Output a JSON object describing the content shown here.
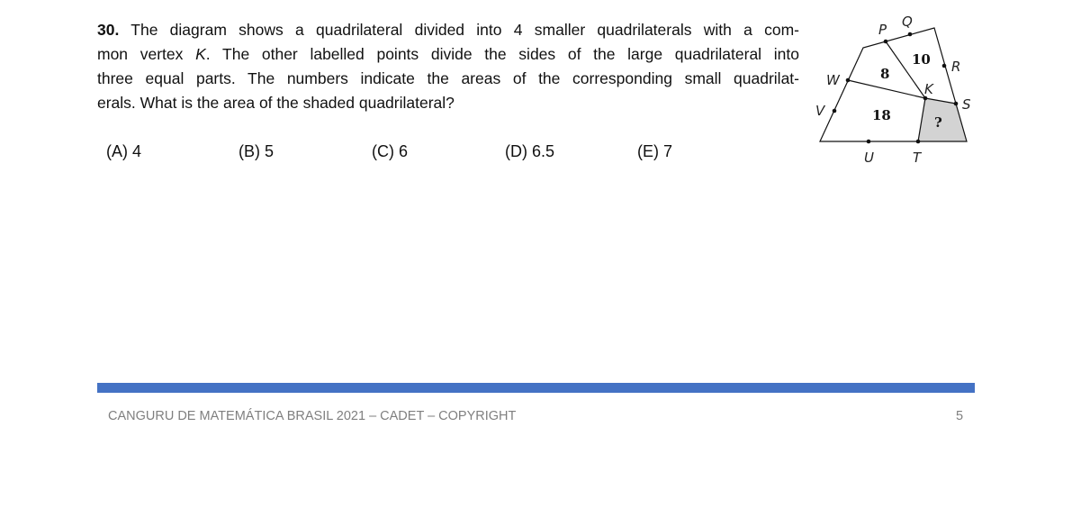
{
  "question": {
    "number": "30.",
    "lines": [
      " The diagram shows a quadrilateral divided into 4 smaller quadrilaterals with a com-",
      "mon vertex ",
      ". The other labelled points divide the sides of the large quadrilateral into",
      "three equal parts. The numbers indicate the areas of the corresponding small quadrilat-",
      "erals. What is the area of the shaded quadrilateral?"
    ],
    "vertex": "K"
  },
  "options": [
    "(A) 4",
    "(B) 5",
    "(C) 6",
    "(D) 6.5",
    "(E) 7"
  ],
  "diagram": {
    "labels": {
      "P": "P",
      "Q": "Q",
      "R": "R",
      "S": "S",
      "K": "K",
      "W": "W",
      "V": "V",
      "U": "U",
      "T": "T"
    },
    "areas": {
      "top_left": "8",
      "top_right": "10",
      "bottom_left": "18",
      "shaded": "?"
    },
    "shade_color": "#d3d3d3"
  },
  "footer": {
    "text": "CANGURU DE MATEMÁTICA BRASIL 2021 – CADET – COPYRIGHT",
    "page": "5"
  },
  "colors": {
    "bar": "#4472C4"
  }
}
